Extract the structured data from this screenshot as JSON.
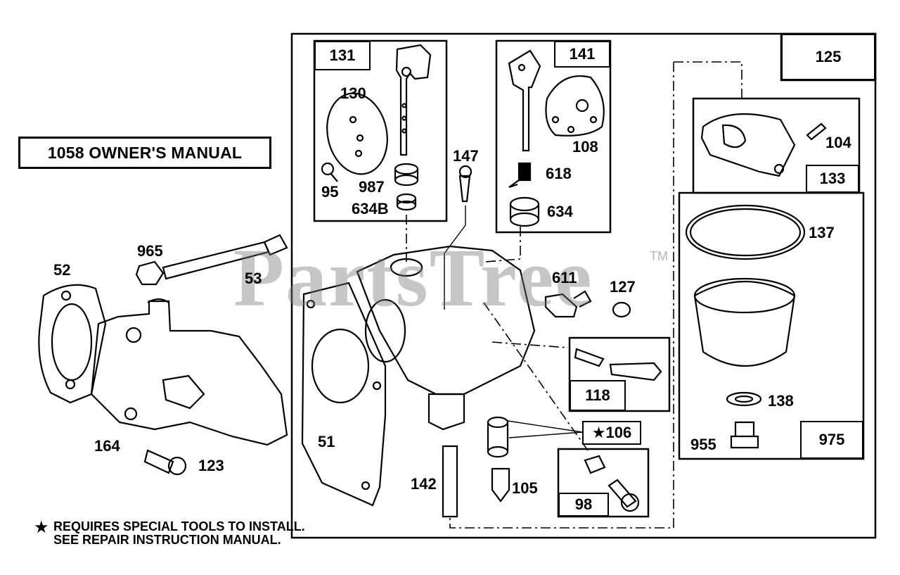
{
  "manual_label": "1058 OWNER'S MANUAL",
  "note": {
    "star": "★",
    "text": "REQUIRES SPECIAL TOOLS TO INSTALL.  SEE REPAIR INSTRUCTION MANUAL."
  },
  "watermark": {
    "text": "PartsTree",
    "tm": "TM"
  },
  "box_labels": {
    "b131": "131",
    "b141": "141",
    "b125": "125",
    "b133": "133",
    "b118": "118",
    "b106": "★106",
    "b98": "98",
    "b975": "975"
  },
  "part_labels": {
    "p130": "130",
    "p95": "95",
    "p987": "987",
    "p634B": "634B",
    "p147": "147",
    "p108": "108",
    "p618": "618",
    "p634": "634",
    "p104": "104",
    "p137": "137",
    "p965": "965",
    "p53": "53",
    "p52": "52",
    "p611": "611",
    "p127": "127",
    "p164": "164",
    "p123": "123",
    "p51": "51",
    "p142": "142",
    "p105": "105",
    "p138": "138",
    "p955": "955"
  }
}
